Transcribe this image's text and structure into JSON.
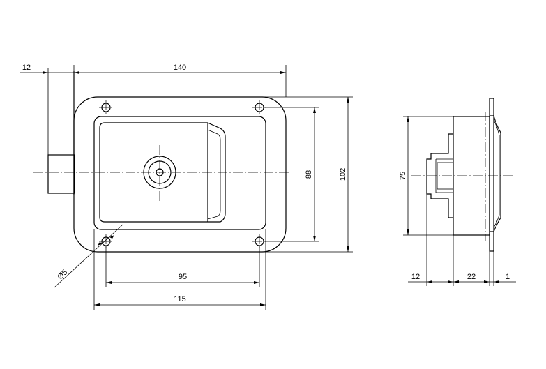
{
  "drawing": {
    "front_view": {
      "dim_overall_width": "140",
      "dim_offset": "12",
      "dim_outer_height": "102",
      "dim_hole_height": "88",
      "dim_hole_spacing": "95",
      "dim_inner_width": "115",
      "dim_hole_diameter": "Ø5"
    },
    "side_view": {
      "dim_height": "75",
      "dim_depth_left": "12",
      "dim_depth_mid": "22",
      "dim_flange": "1"
    }
  }
}
